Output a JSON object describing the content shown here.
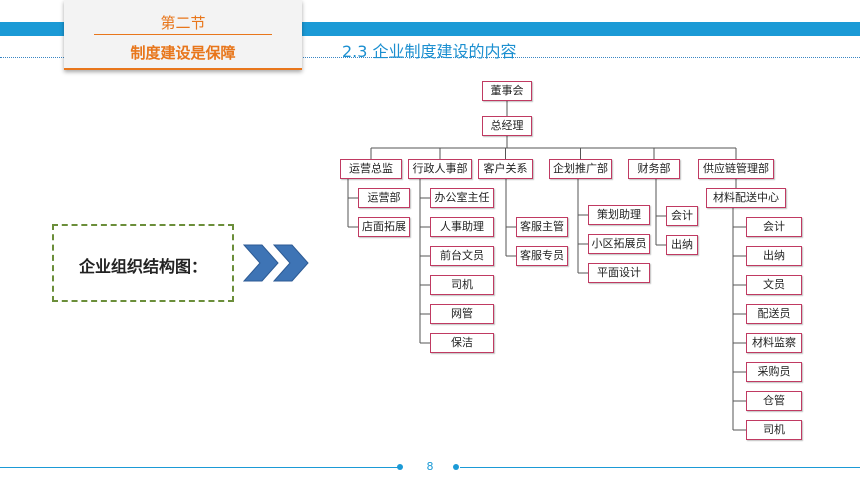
{
  "section": {
    "number": "第二节",
    "title": "制度建设是保障"
  },
  "heading": "2.3  企业制度建设的内容",
  "side_label": "企业组织结构图：",
  "page_number": "8",
  "colors": {
    "accent_blue": "#1b9ad6",
    "section_orange": "#e8761b",
    "node_border": "#c03a62",
    "arrow_blue": "#3e74b5",
    "dashed_green": "#6b8e3a"
  },
  "org": {
    "root": "董事会",
    "gm": "总经理",
    "departments": [
      {
        "name": "运营总监",
        "children": [
          "运营部",
          "店面拓展"
        ]
      },
      {
        "name": "行政人事部",
        "children": [
          "办公室主任",
          "人事助理",
          "前台文员",
          "司机",
          "网管",
          "保洁"
        ]
      },
      {
        "name": "客户关系",
        "children": [
          "客服主管",
          "客服专员"
        ]
      },
      {
        "name": "企划推广部",
        "children": [
          "策划助理",
          "小区拓展员",
          "平面设计"
        ]
      },
      {
        "name": "财务部",
        "children": [
          "会计",
          "出纳"
        ]
      },
      {
        "name": "供应链管理部",
        "sub": "材料配送中心",
        "children": [
          "会计",
          "出纳",
          "文员",
          "配送员",
          "材料监察",
          "采购员",
          "仓管",
          "司机"
        ]
      }
    ]
  }
}
